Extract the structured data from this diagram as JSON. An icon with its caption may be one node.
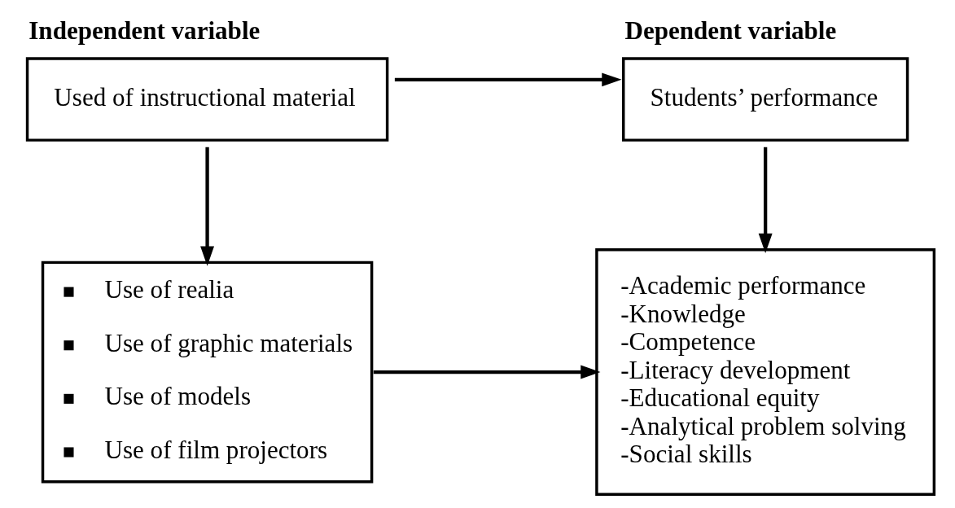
{
  "diagram": {
    "nodes": [
      {
        "text": [
          "Independent variable",
          "Used of instructional material"
        ]
      },
      {
        "text": [
          "Dependent variable",
          "Students’ performance"
        ]
      },
      {
        "text": [
          "Use of realia",
          "Use of graphic materials",
          "Use of models",
          "Use of film projectors"
        ]
      },
      {
        "text": [
          "-Academic performance",
          "-Knowledge",
          "-Competence",
          "-Literacy development",
          "-Educational equity",
          "-Analytical problem solving",
          "-Social skills"
        ]
      }
    ],
    "edges": [
      {
        "from": 0,
        "to": 1,
        "arrow": "to"
      },
      {
        "from": 0,
        "to": 2,
        "arrow": "to"
      },
      {
        "from": 1,
        "to": 3,
        "arrow": "to"
      },
      {
        "from": 2,
        "to": 3,
        "arrow": "to"
      }
    ]
  }
}
